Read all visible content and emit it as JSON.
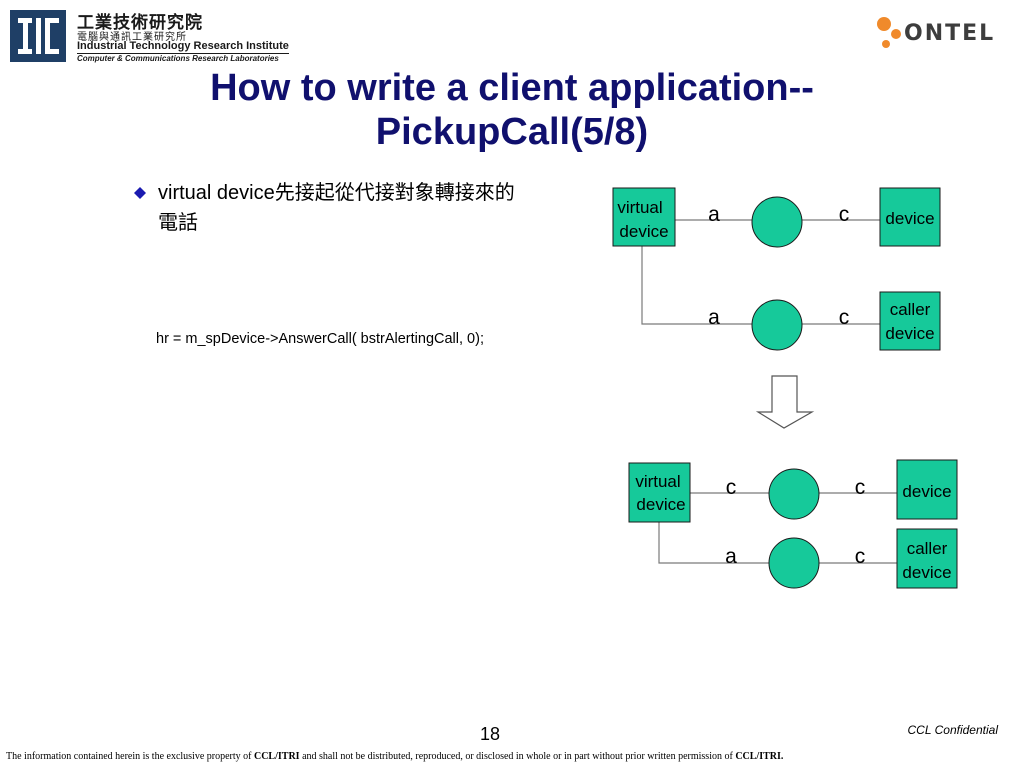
{
  "header": {
    "itri_logo_icon": "itri-logo-icon",
    "itri_name_cn": "工業技術研究院",
    "itri_division_cn": "電腦與通訊工業研究所",
    "itri_name_en": "Industrial Technology Research Institute",
    "itri_division_en": "Computer & Communications Research Laboratories",
    "ontel_logo_icon": "ontel-dots-icon",
    "ontel_wordmark": "ONTEL"
  },
  "slide": {
    "title_line1": "How to write a client application--",
    "title_line2": "PickupCall(5/8)",
    "bullet_en": "virtual device",
    "bullet_cn": "先接起從代接對象轉接來的電話",
    "code": "hr = m_spDevice->AnswerCall( bstrAlertingCall, 0);"
  },
  "diagram": {
    "top": {
      "virtual_line1": "virtual",
      "virtual_line2": "device",
      "row1_left": "a",
      "row1_right": "c",
      "row1_device": "device",
      "row2_left": "a",
      "row2_right": "c",
      "row2_device_line1": "caller",
      "row2_device_line2": "device"
    },
    "arrow_icon": "down-arrow-icon",
    "bottom": {
      "virtual_line1": "virtual",
      "virtual_line2": "device",
      "row1_left": "c",
      "row1_right": "c",
      "row1_device": "device",
      "row2_left": "a",
      "row2_right": "c",
      "row2_device_line1": "caller",
      "row2_device_line2": "device"
    },
    "colors": {
      "fill": "#16c99a",
      "stroke": "#1a1a1a",
      "line": "#7a7a7a"
    }
  },
  "footer": {
    "page_number": "18",
    "confidential": "CCL Confidential",
    "disclaimer_part1": "The information contained herein is the exclusive property of ",
    "disclaimer_bold1": "CCL/ITRI",
    "disclaimer_part2": " and shall not be distributed, reproduced, or disclosed in whole or in part without prior written permission of ",
    "disclaimer_bold2": "CCL/ITRI."
  }
}
